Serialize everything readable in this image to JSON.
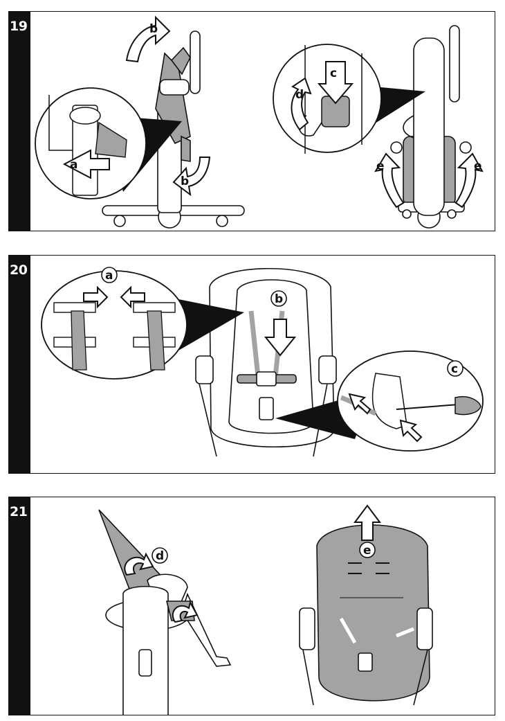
{
  "steps": [
    {
      "number": "19",
      "labels": {
        "a": "a",
        "b1": "b",
        "b2": "b",
        "c": "c",
        "d": "d",
        "e1": "e",
        "e2": "e"
      }
    },
    {
      "number": "20",
      "labels": {
        "a": "a",
        "b": "b",
        "c": "c"
      }
    },
    {
      "number": "21",
      "labels": {
        "d": "d",
        "e": "e"
      }
    }
  ],
  "colors": {
    "ink": "#111111",
    "fabric": "#a3a3a3",
    "paper": "#ffffff"
  }
}
